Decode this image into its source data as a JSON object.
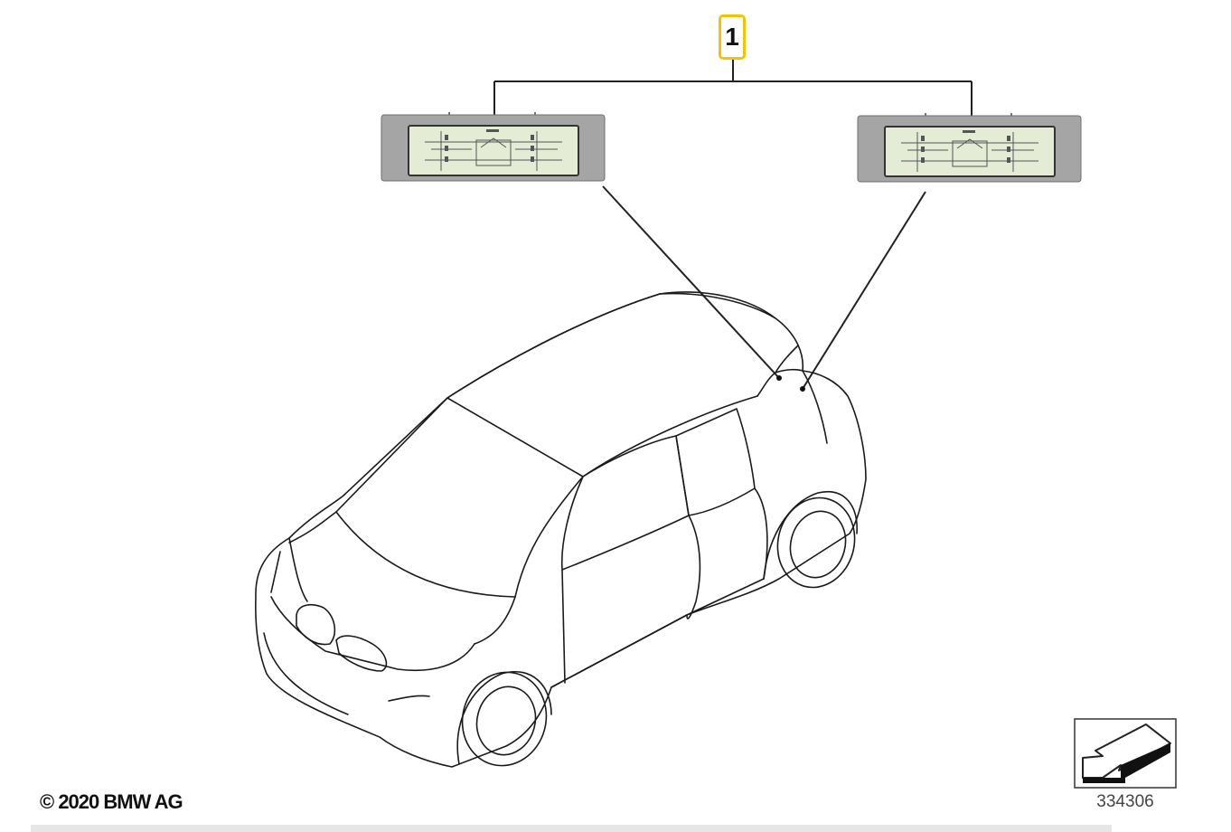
{
  "callout": {
    "part_number": "1",
    "highlight_color": "#f2c500"
  },
  "footer": {
    "copyright": "© 2020 BMW AG",
    "diagram_number": "334306"
  },
  "icons": {
    "orientation": "direction-arrow-icon",
    "lamp": "license-plate-lamp-icon",
    "vehicle": "car-outline-icon"
  },
  "colors": {
    "lamp_housing": "#a5a5a5",
    "lamp_lens": "#e4ecd6",
    "line": "#222222"
  }
}
